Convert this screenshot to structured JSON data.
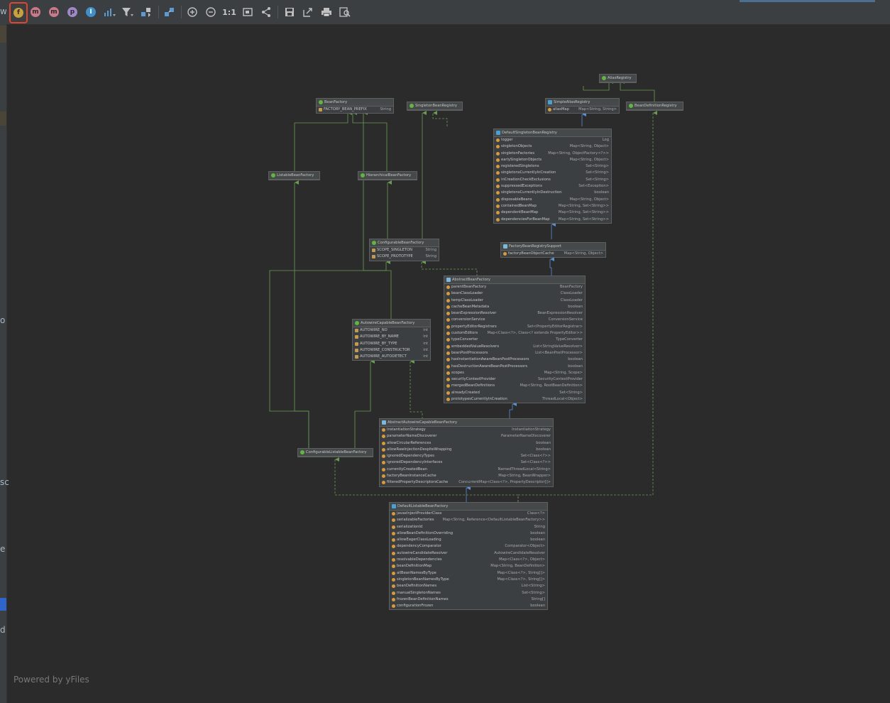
{
  "toolbar": {
    "buttons": [
      {
        "name": "fields-filter-button",
        "glyph": "f",
        "color": "#c9a03e",
        "selected": true
      },
      {
        "name": "constructors-filter-button",
        "glyph": "m",
        "color": "#c97a8a"
      },
      {
        "name": "methods-filter-button",
        "glyph": "m",
        "color": "#c97a8a"
      },
      {
        "name": "properties-filter-button",
        "glyph": "p",
        "color": "#9e88c7"
      },
      {
        "name": "inner-classes-filter-button",
        "glyph": "I",
        "color": "#3f8fc9"
      }
    ],
    "zoom_actual_label": "1:1"
  },
  "edge_letters": [
    "w",
    "o",
    "sc",
    "e",
    "d"
  ],
  "nodes": [
    {
      "id": "AliasRegistry",
      "title": "AliasRegistry",
      "kind": "interface",
      "fields": []
    },
    {
      "id": "BeanFactory",
      "title": "BeanFactory",
      "kind": "interface",
      "fields": [
        {
          "name": "FACTORY_BEAN_PREFIX",
          "type": "String"
        }
      ]
    },
    {
      "id": "SingletonBeanRegistry",
      "title": "SingletonBeanRegistry",
      "kind": "interface",
      "fields": []
    },
    {
      "id": "SimpleAliasRegistry",
      "title": "SimpleAliasRegistry",
      "kind": "class",
      "fields": [
        {
          "name": "aliasMap",
          "type": "Map<String, String>"
        }
      ]
    },
    {
      "id": "BeanDefinitionRegistry",
      "title": "BeanDefinitionRegistry",
      "kind": "interface",
      "fields": []
    },
    {
      "id": "DefaultSingletonBeanRegistry",
      "title": "DefaultSingletonBeanRegistry",
      "kind": "class",
      "fields": [
        {
          "name": "logger",
          "type": "Log"
        },
        {
          "name": "singletonObjects",
          "type": "Map<String, Object>"
        },
        {
          "name": "singletonFactories",
          "type": "Map<String, ObjectFactory<?>>"
        },
        {
          "name": "earlySingletonObjects",
          "type": "Map<String, Object>"
        },
        {
          "name": "registeredSingletons",
          "type": "Set<String>"
        },
        {
          "name": "singletonsCurrentlyInCreation",
          "type": "Set<String>"
        },
        {
          "name": "inCreationCheckExclusions",
          "type": "Set<String>"
        },
        {
          "name": "suppressedExceptions",
          "type": "Set<Exception>"
        },
        {
          "name": "singletonsCurrentlyInDestruction",
          "type": "boolean"
        },
        {
          "name": "disposableBeans",
          "type": "Map<String, Object>"
        },
        {
          "name": "containedBeanMap",
          "type": "Map<String, Set<String>>"
        },
        {
          "name": "dependentBeanMap",
          "type": "Map<String, Set<String>>"
        },
        {
          "name": "dependenciesForBeanMap",
          "type": "Map<String, Set<String>>"
        }
      ]
    },
    {
      "id": "ListableBeanFactory",
      "title": "ListableBeanFactory",
      "kind": "interface",
      "fields": []
    },
    {
      "id": "HierarchicalBeanFactory",
      "title": "HierarchicalBeanFactory",
      "kind": "interface",
      "fields": []
    },
    {
      "id": "ConfigurableBeanFactory",
      "title": "ConfigurableBeanFactory",
      "kind": "interface",
      "fields": [
        {
          "name": "SCOPE_SINGLETON",
          "type": "String"
        },
        {
          "name": "SCOPE_PROTOTYPE",
          "type": "String"
        }
      ]
    },
    {
      "id": "FactoryBeanRegistrySupport",
      "title": "FactoryBeanRegistrySupport",
      "kind": "abstract",
      "fields": [
        {
          "name": "factoryBeanObjectCache",
          "type": "Map<String, Object>"
        }
      ]
    },
    {
      "id": "AbstractBeanFactory",
      "title": "AbstractBeanFactory",
      "kind": "abstract",
      "fields": [
        {
          "name": "parentBeanFactory",
          "type": "BeanFactory"
        },
        {
          "name": "beanClassLoader",
          "type": "ClassLoader"
        },
        {
          "name": "tempClassLoader",
          "type": "ClassLoader"
        },
        {
          "name": "cacheBeanMetadata",
          "type": "boolean"
        },
        {
          "name": "beanExpressionResolver",
          "type": "BeanExpressionResolver"
        },
        {
          "name": "conversionService",
          "type": "ConversionService"
        },
        {
          "name": "propertyEditorRegistrars",
          "type": "Set<PropertyEditorRegistrar>"
        },
        {
          "name": "customEditors",
          "type": "Map<Class<?>, Class<? extends PropertyEditor>>"
        },
        {
          "name": "typeConverter",
          "type": "TypeConverter"
        },
        {
          "name": "embeddedValueResolvers",
          "type": "List<StringValueResolver>"
        },
        {
          "name": "beanPostProcessors",
          "type": "List<BeanPostProcessor>"
        },
        {
          "name": "hasInstantiationAwareBeanPostProcessors",
          "type": "boolean"
        },
        {
          "name": "hasDestructionAwareBeanPostProcessors",
          "type": "boolean"
        },
        {
          "name": "scopes",
          "type": "Map<String, Scope>"
        },
        {
          "name": "securityContextProvider",
          "type": "SecurityContextProvider"
        },
        {
          "name": "mergedBeanDefinitions",
          "type": "Map<String, RootBeanDefinition>"
        },
        {
          "name": "alreadyCreated",
          "type": "Set<String>"
        },
        {
          "name": "prototypesCurrentlyInCreation",
          "type": "ThreadLocal<Object>"
        }
      ]
    },
    {
      "id": "AutowireCapableBeanFactory",
      "title": "AutowireCapableBeanFactory",
      "kind": "interface",
      "fields": [
        {
          "name": "AUTOWIRE_NO",
          "type": "int"
        },
        {
          "name": "AUTOWIRE_BY_NAME",
          "type": "int"
        },
        {
          "name": "AUTOWIRE_BY_TYPE",
          "type": "int"
        },
        {
          "name": "AUTOWIRE_CONSTRUCTOR",
          "type": "int"
        },
        {
          "name": "AUTOWIRE_AUTODETECT",
          "type": "int"
        }
      ]
    },
    {
      "id": "AbstractAutowireCapableBeanFactory",
      "title": "AbstractAutowireCapableBeanFactory",
      "kind": "abstract",
      "fields": [
        {
          "name": "instantiationStrategy",
          "type": "InstantiationStrategy"
        },
        {
          "name": "parameterNameDiscoverer",
          "type": "ParameterNameDiscoverer"
        },
        {
          "name": "allowCircularReferences",
          "type": "boolean"
        },
        {
          "name": "allowRawInjectionDespiteWrapping",
          "type": "boolean"
        },
        {
          "name": "ignoredDependencyTypes",
          "type": "Set<Class<?>>"
        },
        {
          "name": "ignoredDependencyInterfaces",
          "type": "Set<Class<?>>"
        },
        {
          "name": "currentlyCreatedBean",
          "type": "NamedThreadLocal<String>"
        },
        {
          "name": "factoryBeanInstanceCache",
          "type": "Map<String, BeanWrapper>"
        },
        {
          "name": "filteredPropertyDescriptorsCache",
          "type": "ConcurrentMap<Class<?>, PropertyDescriptor[]>"
        }
      ]
    },
    {
      "id": "ConfigurableListableBeanFactory",
      "title": "ConfigurableListableBeanFactory",
      "kind": "interface",
      "fields": []
    },
    {
      "id": "DefaultListableBeanFactory",
      "title": "DefaultListableBeanFactory",
      "kind": "class",
      "fields": [
        {
          "name": "javaxInjectProviderClass",
          "type": "Class<?>"
        },
        {
          "name": "serializableFactories",
          "type": "Map<String, Reference<DefaultListableBeanFactory>>"
        },
        {
          "name": "serializationId",
          "type": "String"
        },
        {
          "name": "allowBeanDefinitionOverriding",
          "type": "boolean"
        },
        {
          "name": "allowEagerClassLoading",
          "type": "boolean"
        },
        {
          "name": "dependencyComparator",
          "type": "Comparator<Object>"
        },
        {
          "name": "autowireCandidateResolver",
          "type": "AutowireCandidateResolver"
        },
        {
          "name": "resolvableDependencies",
          "type": "Map<Class<?>, Object>"
        },
        {
          "name": "beanDefinitionMap",
          "type": "Map<String, BeanDefinition>"
        },
        {
          "name": "allBeanNamesByType",
          "type": "Map<Class<?>, String[]>"
        },
        {
          "name": "singletonBeanNamesByType",
          "type": "Map<Class<?>, String[]>"
        },
        {
          "name": "beanDefinitionNames",
          "type": "List<String>"
        },
        {
          "name": "manualSingletonNames",
          "type": "Set<String>"
        },
        {
          "name": "frozenBeanDefinitionNames",
          "type": "String[]"
        },
        {
          "name": "configurationFrozen",
          "type": "boolean"
        }
      ]
    }
  ],
  "footer": "Powered by yFiles"
}
